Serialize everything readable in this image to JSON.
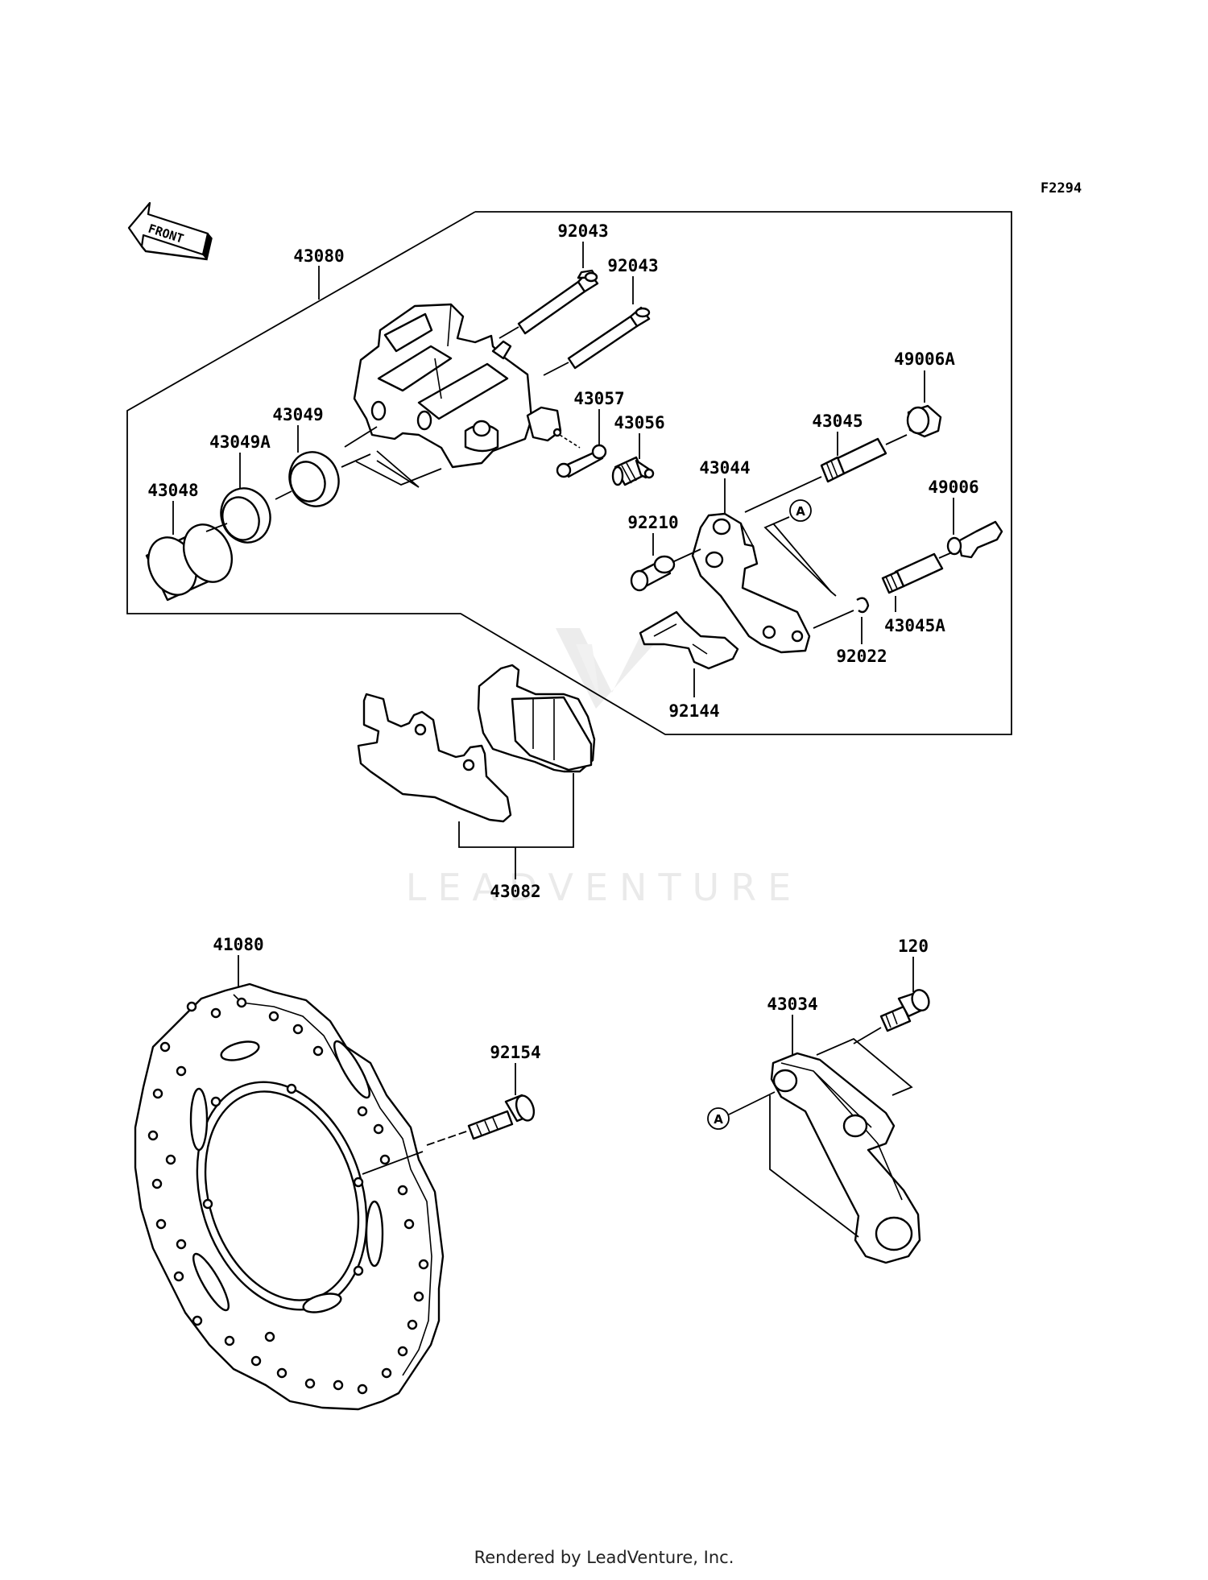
{
  "diagram": {
    "figure_code": "F2294",
    "front_label": "FRONT",
    "watermark": "LEADVENTURE",
    "ref_marker": "A",
    "footer": "Rendered by LeadVenture, Inc.",
    "parts": {
      "p43080": "43080",
      "p92043a": "92043",
      "p92043b": "92043",
      "p49006A": "49006A",
      "p43057": "43057",
      "p43056": "43056",
      "p43045": "43045",
      "p43049": "43049",
      "p43049A": "43049A",
      "p43044": "43044",
      "p49006": "49006",
      "p43048": "43048",
      "p92210": "92210",
      "p43045A": "43045A",
      "p92022": "92022",
      "p92144": "92144",
      "p43082": "43082",
      "p41080": "41080",
      "p120": "120",
      "p43034": "43034",
      "p92154": "92154"
    }
  }
}
